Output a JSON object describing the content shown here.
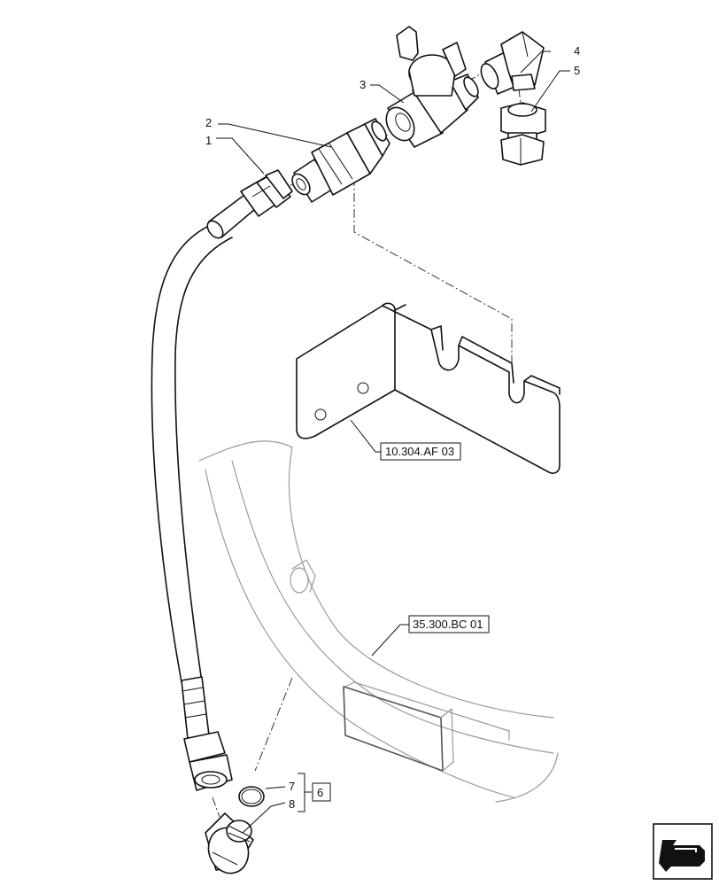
{
  "callouts": {
    "item_1": "1",
    "item_2": "2",
    "item_3": "3",
    "item_4": "4",
    "item_5": "5",
    "item_7": "7",
    "item_8": "8",
    "kit_6": "6"
  },
  "references": {
    "bracket_ref": "10.304.AF 03",
    "frame_ref": "35.300.BC 01"
  },
  "nav_icon": "arrow-icon"
}
